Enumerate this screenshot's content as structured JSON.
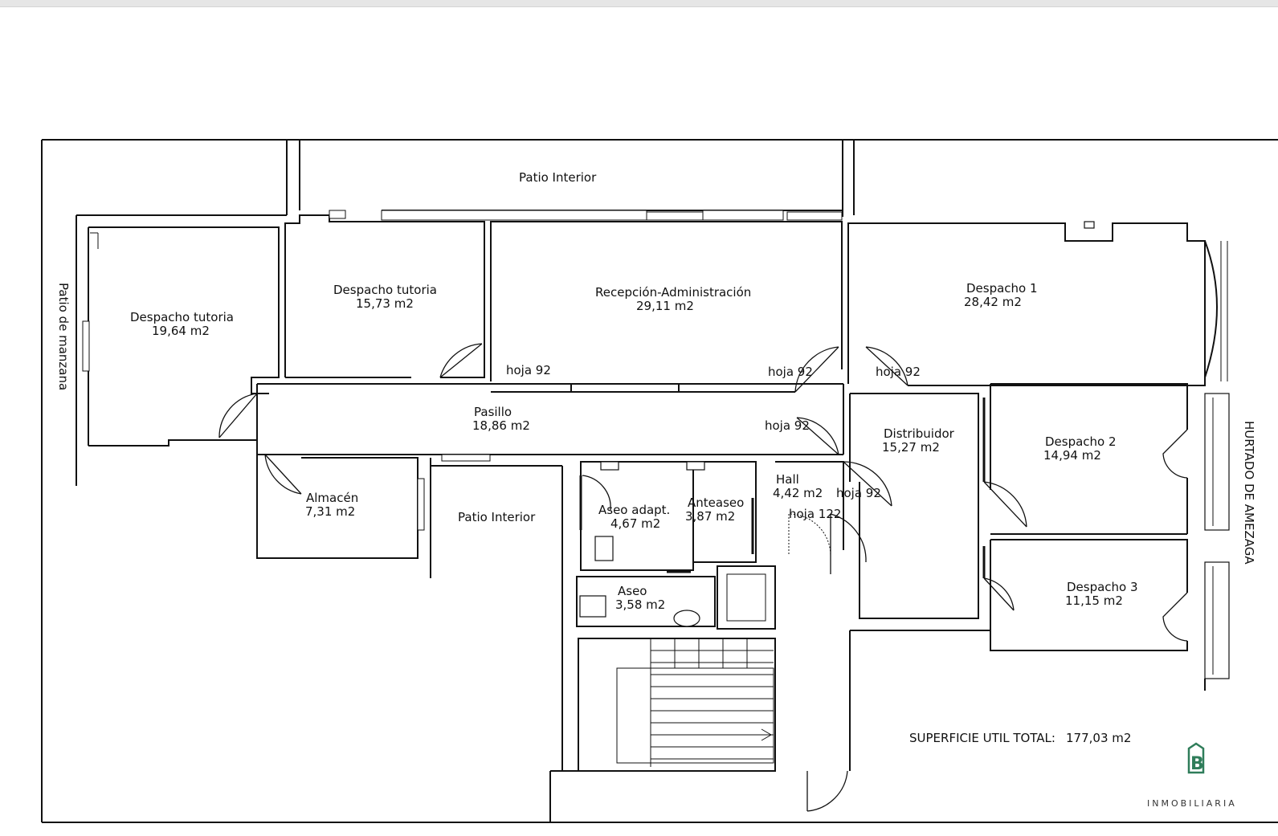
{
  "rooms": {
    "patio_top": {
      "name": "Patio Interior"
    },
    "patio_manzana": {
      "name": "Patio de manzana"
    },
    "despacho_tutoria_1": {
      "name": "Despacho tutoria",
      "area": "19,64 m2"
    },
    "despacho_tutoria_2": {
      "name": "Despacho tutoria",
      "area": "15,73 m2"
    },
    "recepcion": {
      "name": "Recepción-Administración",
      "area": "29,11 m2"
    },
    "despacho_1": {
      "name": "Despacho 1",
      "area": "28,42 m2"
    },
    "pasillo": {
      "name": "Pasillo",
      "area": "18,86 m2"
    },
    "distribuidor": {
      "name": "Distribuidor",
      "area": "15,27 m2"
    },
    "despacho_2": {
      "name": "Despacho 2",
      "area": "14,94 m2"
    },
    "despacho_3": {
      "name": "Despacho 3",
      "area": "11,15 m2"
    },
    "almacen": {
      "name": "Almacén",
      "area": "7,31 m2"
    },
    "patio_center": {
      "name": "Patio Interior"
    },
    "aseo_adapt": {
      "name": "Aseo adapt.",
      "area": "4,67 m2"
    },
    "anteaseo": {
      "name": "Anteaseo",
      "area": "3,87 m2"
    },
    "hall": {
      "name": "Hall",
      "area": "4,42 m2"
    },
    "aseo": {
      "name": "Aseo",
      "area": "3,58 m2"
    }
  },
  "doors": {
    "recepcion_left": "hoja 92",
    "recepcion_right": "hoja 92",
    "despacho1": "hoja 92",
    "pasillo_end": "hoja 92",
    "hall_right": "hoja 92",
    "hall_entrance": "hoja 122"
  },
  "street": "HURTADO DE AMEZAGA",
  "total_label": "SUPERFICIE UTIL TOTAL:",
  "total_value": "177,03 m2",
  "brand": {
    "name": "INMOBILIARIA",
    "logo_letter": "B"
  }
}
